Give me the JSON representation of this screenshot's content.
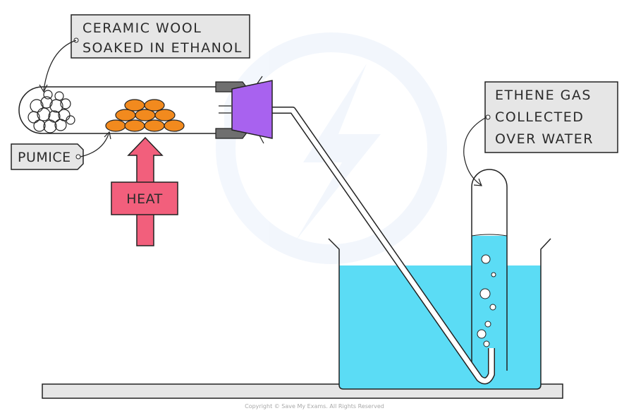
{
  "labels": {
    "ceramic_wool_line1": "CERAMIC WOOL",
    "ceramic_wool_line2": "SOAKED IN ETHANOL",
    "pumice": "PUMICE",
    "heat": "HEAT",
    "ethene_line1": "ETHENE GAS",
    "ethene_line2": "COLLECTED",
    "ethene_line3": "OVER WATER"
  },
  "footer": {
    "copyright": "Copyright © Save My Exams. All Rights Reserved"
  },
  "colors": {
    "water": "#5bdcf5",
    "pumice": "#f28a1e",
    "heat_arrow": "#f25f7c",
    "bung": "#a862ef",
    "clamp": "#6f6f6f",
    "label_box": "#e6e6e6",
    "outline": "#222222"
  }
}
